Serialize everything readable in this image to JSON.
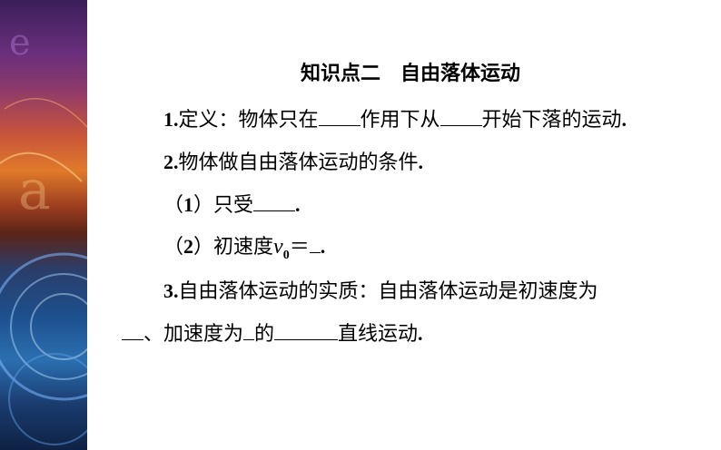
{
  "title": "知识点二　自由落体运动",
  "item1": {
    "num": "1.",
    "pre": "定义：物体只在",
    "mid": "作用下从",
    "post": "开始下落的运动",
    "end": "."
  },
  "item2": {
    "num": "2.",
    "text": "物体做自由落体运动的条件",
    "end": "."
  },
  "sub1": {
    "open": "（",
    "num": "1",
    "close": "）",
    "text": "只受",
    "end": "."
  },
  "sub2": {
    "open": "（",
    "num": "2",
    "close": "）",
    "text": "初速度",
    "var": "v",
    "subscript": "0",
    "eq": "＝",
    "end": "."
  },
  "item3": {
    "num": "3.",
    "text": "自由落体运动的实质：自由落体运动是初速度为"
  },
  "item3b": {
    "sep": "、加速度为",
    "mid": "的",
    "post": "直线运动",
    "end": "."
  }
}
